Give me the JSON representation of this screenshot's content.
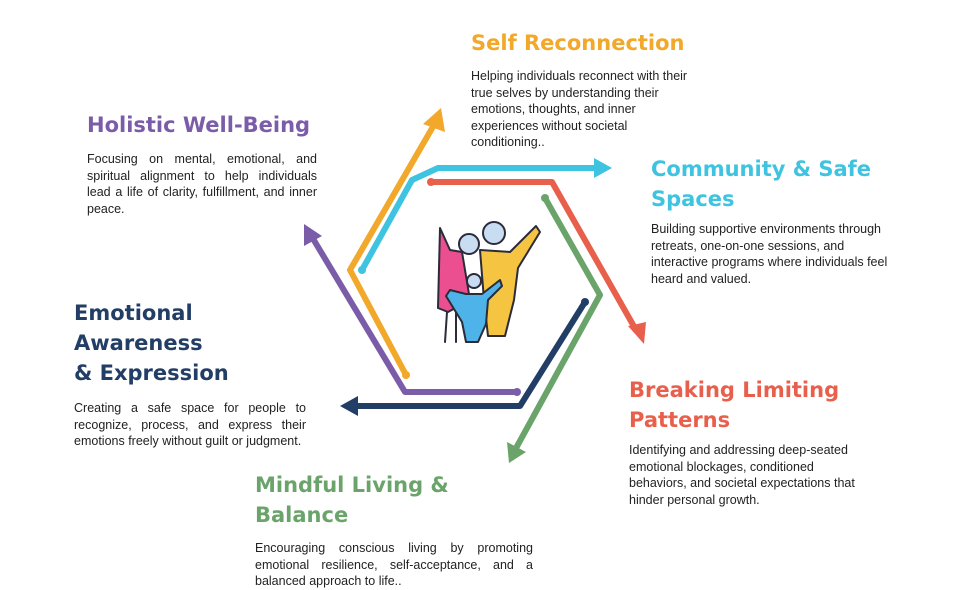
{
  "colors": {
    "self_reconnection": "#F2A82A",
    "community": "#3EC3E0",
    "breaking": "#E8604C",
    "holistic": "#7B5CA8",
    "emotional": "#223E66",
    "mindful": "#6AA46A"
  },
  "sections": {
    "self_reconnection": {
      "title": "Self Reconnection",
      "description": "Helping individuals reconnect with their true selves by understanding their emotions, thoughts, and inner experiences without societal conditioning.."
    },
    "holistic": {
      "title": "Holistic Well-Being",
      "description": "Focusing on mental, emotional, and spiritual alignment to help individuals lead a life of clarity, fulfillment, and inner peace."
    },
    "community": {
      "title": "Community & Safe Spaces",
      "description": "Building supportive environments through retreats, one-on-one sessions, and interactive programs where individuals feel heard and valued."
    },
    "emotional": {
      "title_line1": "Emotional Awareness",
      "title_line2": "& Expression",
      "description": "Creating a safe space for people to recognize, process, and express their emotions freely without guilt or judgment."
    },
    "breaking": {
      "title": "Breaking Limiting Patterns",
      "description": "Identifying and addressing deep-seated emotional blockages, conditioned behaviors, and societal expectations that hinder personal growth."
    },
    "mindful": {
      "title": "Mindful Living & Balance",
      "description": "Encouraging conscious living by promoting emotional resilience, self-acceptance, and a balanced approach to life.."
    }
  },
  "center_icon": "family-icon"
}
